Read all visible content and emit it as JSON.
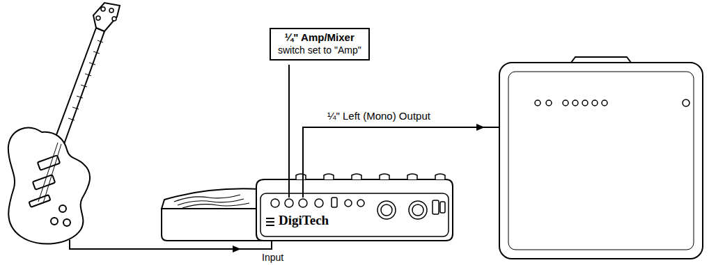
{
  "diagram": {
    "nodes": [
      {
        "text": [
          "¼\" Amp/Mixer",
          "switch set to \"Amp\""
        ]
      }
    ],
    "labels": [
      "¼\" Left (Mono) Output",
      "Input",
      "DigiTech"
    ]
  }
}
